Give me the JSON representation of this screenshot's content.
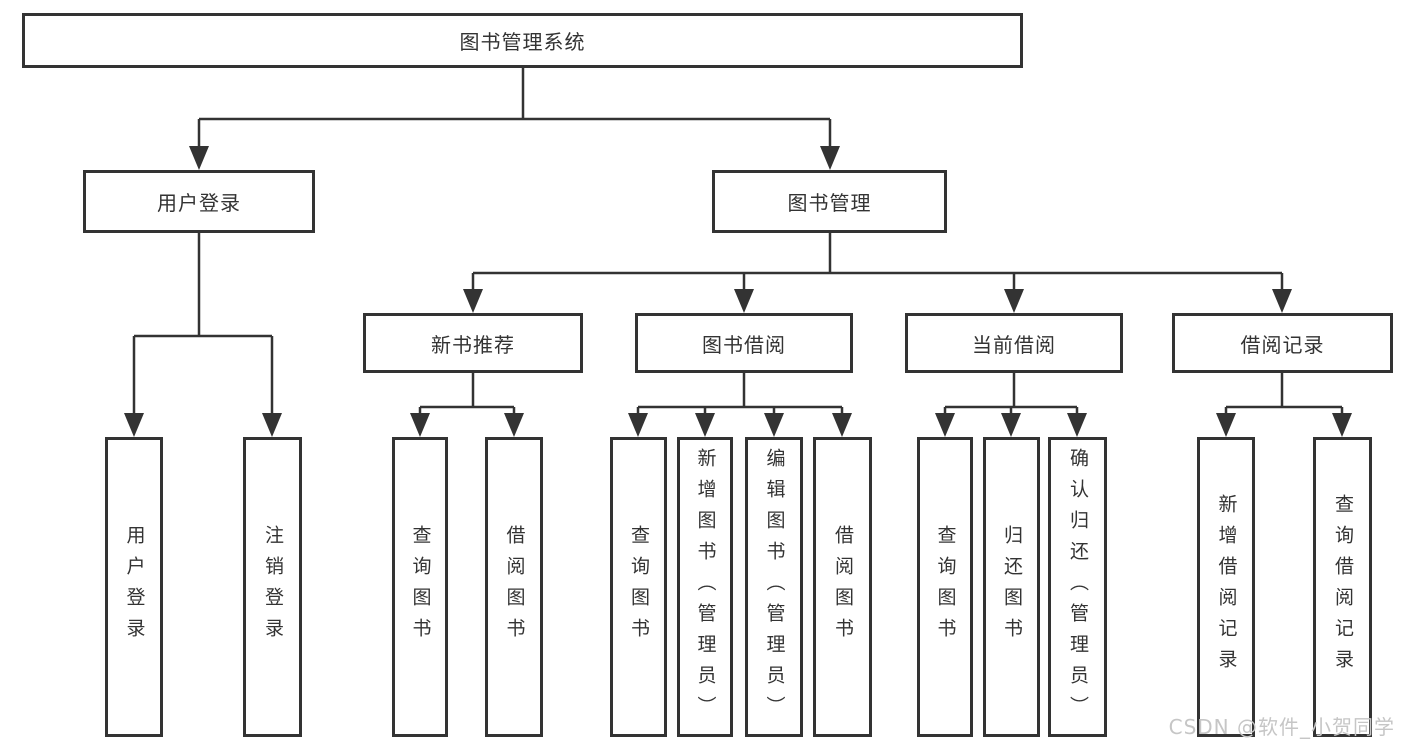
{
  "diagram_title": "图书管理系统",
  "boxes": [
    {
      "id": "root",
      "label": "图书管理系统"
    },
    {
      "id": "user-login-group",
      "label": "用户登录"
    },
    {
      "id": "book-management-group",
      "label": "图书管理"
    },
    {
      "id": "new-book-recommendation",
      "label": "新书推荐"
    },
    {
      "id": "book-borrowing",
      "label": "图书借阅"
    },
    {
      "id": "current-borrowing",
      "label": "当前借阅"
    },
    {
      "id": "borrowing-records",
      "label": "借阅记录"
    },
    {
      "id": "user-login-leaf",
      "label": "用户登录"
    },
    {
      "id": "logout",
      "label": "注销登录"
    },
    {
      "id": "query-books-recommend",
      "label": "查询图书"
    },
    {
      "id": "borrow-books-recommend",
      "label": "借阅图书"
    },
    {
      "id": "query-books-borrowing",
      "label": "查询图书"
    },
    {
      "id": "add-books-admin",
      "label": "新增图书（管理员）"
    },
    {
      "id": "edit-books-admin",
      "label": "编辑图书（管理员）"
    },
    {
      "id": "borrow-books-borrowing",
      "label": "借阅图书"
    },
    {
      "id": "query-books-current",
      "label": "查询图书"
    },
    {
      "id": "return-books",
      "label": "归还图书"
    },
    {
      "id": "confirm-return-admin",
      "label": "确认归还（管理员）"
    },
    {
      "id": "add-borrow-record",
      "label": "新增借阅记录"
    },
    {
      "id": "query-borrow-record",
      "label": "查询借阅记录"
    }
  ],
  "hierarchy": {
    "图书管理系统": [
      "用户登录",
      "图书管理"
    ],
    "用户登录": [
      "用户登录",
      "注销登录"
    ],
    "图书管理": [
      "新书推荐",
      "图书借阅",
      "当前借阅",
      "借阅记录"
    ],
    "新书推荐": [
      "查询图书",
      "借阅图书"
    ],
    "图书借阅": [
      "查询图书",
      "新增图书（管理员）",
      "编辑图书（管理员）",
      "借阅图书"
    ],
    "当前借阅": [
      "查询图书",
      "归还图书",
      "确认归还（管理员）"
    ],
    "借阅记录": [
      "新增借阅记录",
      "查询借阅记录"
    ]
  },
  "watermark": {
    "text": "CSDN @软件_小贺同学"
  },
  "colors": {
    "background": "#ffffff",
    "box_border": "#333333",
    "line": "#333333",
    "text": "#333333",
    "watermark": "#c6c6c6"
  }
}
